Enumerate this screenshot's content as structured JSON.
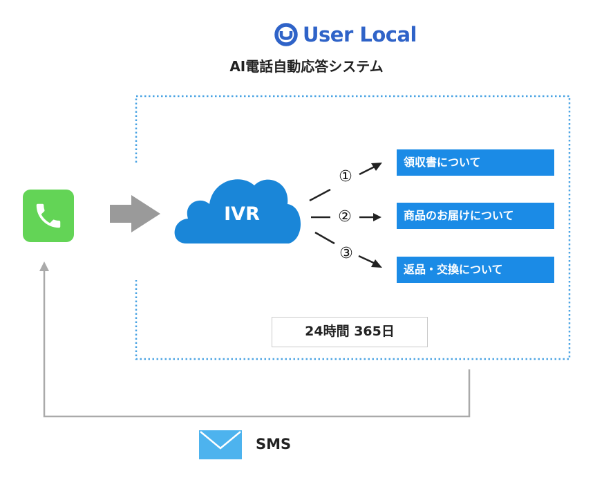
{
  "logo": {
    "text": "User Local",
    "brand_color": "#2f63c8"
  },
  "title": "AI電話自動応答システム",
  "cloud": {
    "label": "IVR",
    "color": "#1a86d8"
  },
  "branches": [
    {
      "number": "①",
      "label": "領収書について"
    },
    {
      "number": "②",
      "label": "商品のお届けについて"
    },
    {
      "number": "③",
      "label": "返品・交換について"
    }
  ],
  "availability": "24時間 365日",
  "sms": {
    "label": "SMS"
  },
  "colors": {
    "option_bg": "#1b8be6",
    "frame_dots": "#4aa3e3",
    "phone_bg": "#63d456",
    "arrow_gray": "#9a9a9a",
    "return_line": "#aaaaaa",
    "mail_icon": "#4db3ee"
  },
  "icons": {
    "logo": "user-local-logo-icon",
    "phone": "phone-icon",
    "mail": "mail-icon"
  }
}
